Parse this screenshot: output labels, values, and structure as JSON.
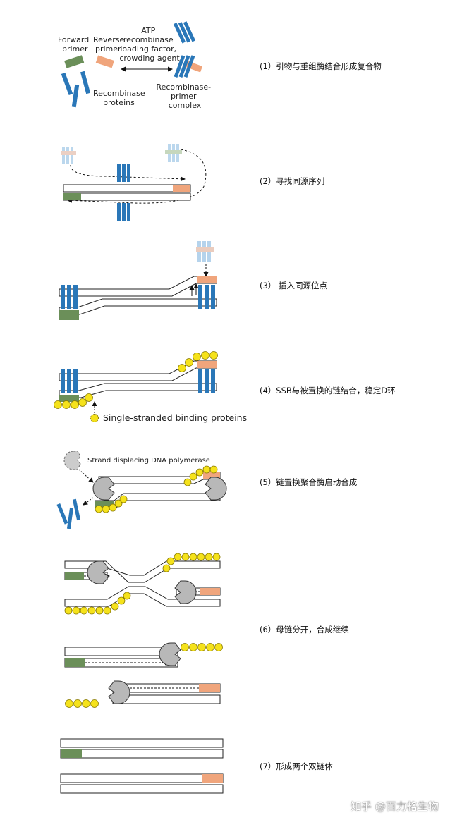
{
  "stage1": {
    "forward_primer": [
      "Forward",
      "primer"
    ],
    "reverse_primer": [
      "Reverse",
      "primer"
    ],
    "atp_label": [
      "ATP",
      "recombinase",
      "loading factor,",
      "crowding agent"
    ],
    "recombinase_proteins": [
      "Recombinase",
      "proteins"
    ],
    "complex": [
      "Recombinase-",
      "primer",
      "complex"
    ]
  },
  "ssb_label": "Single-stranded binding proteins",
  "polymerase_label": "Strand displacing DNA polymerase",
  "steps": [
    "(1）引物与重组酶结合形成复合物",
    "(2）寻找同源序列",
    "(3） 插入同源位点",
    "(4）SSB与被置换的链结合，稳定D环",
    "(5）链置换聚合酶启动合成",
    "(6）母链分开，合成继续",
    "(7）形成两个双链体"
  ],
  "watermark": "知乎 @百力格生物",
  "colors": {
    "forward_primer": "#6b8f59",
    "reverse_primer": "#f0a57c",
    "recombinase": "#2a77b8",
    "ssb": "#f5e21b",
    "polymerase": "#b5b5b5"
  },
  "icons": [
    "recombinase-protein-icon",
    "primer-icon",
    "ssb-protein-icon",
    "dna-polymerase-icon",
    "arrow-icon"
  ]
}
